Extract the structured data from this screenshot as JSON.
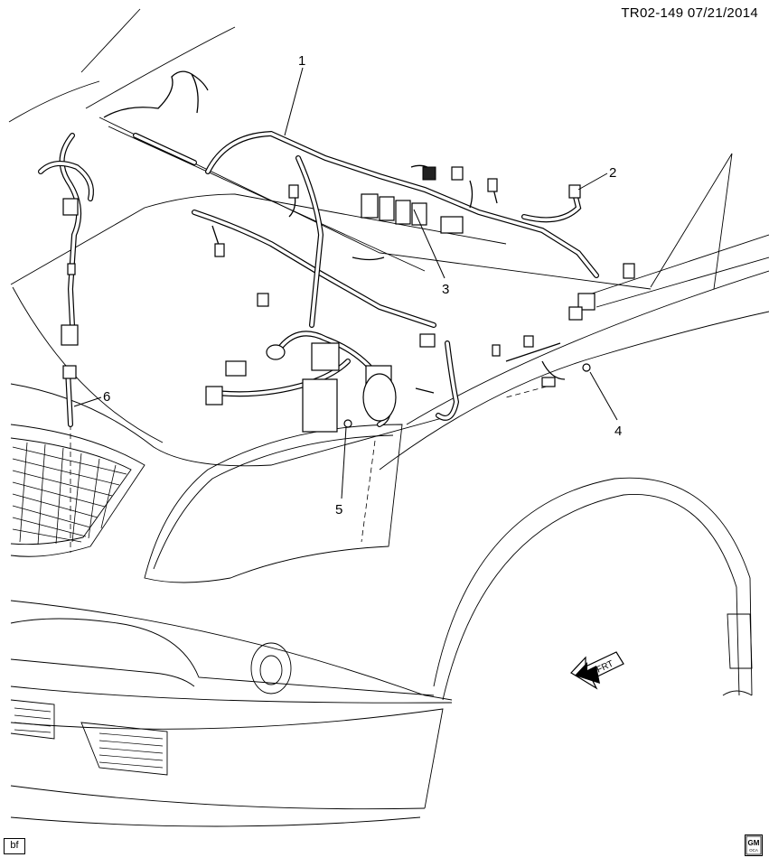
{
  "header": {
    "ref_id": "TR02-149",
    "date": "07/21/2014"
  },
  "callouts": [
    {
      "label": "1"
    },
    {
      "label": "2"
    },
    {
      "label": "3"
    },
    {
      "label": "4"
    },
    {
      "label": "5"
    },
    {
      "label": "6"
    }
  ],
  "footer": {
    "badge": "bf",
    "logo_top": "GM",
    "logo_bottom": "OCA"
  },
  "arrow": {
    "label": "FRT"
  }
}
